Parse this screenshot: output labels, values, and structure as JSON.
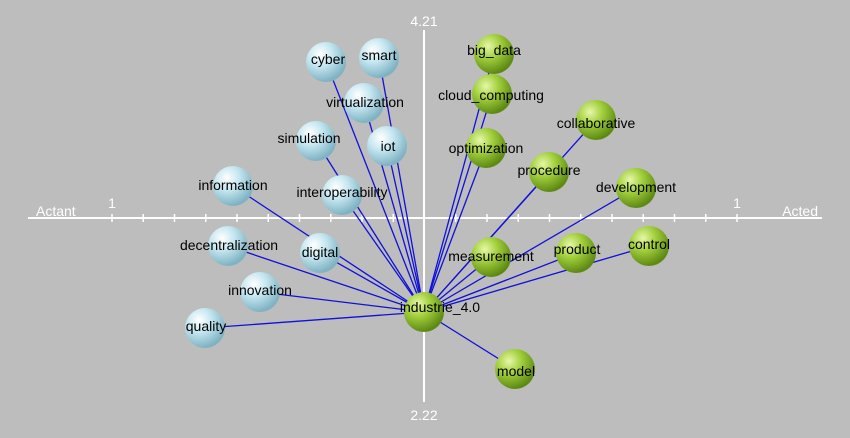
{
  "axes": {
    "top_value": "4.21",
    "bottom_value": "2.22",
    "left_label": "Actant",
    "right_label": "Acted",
    "left_tick": "1",
    "right_tick": "1"
  },
  "colors": {
    "background": "#bdbdbd",
    "axis": "#ffffff",
    "link": "#1010d8",
    "actant_node": "#bfe3ee",
    "acted_node": "#9ccc3a"
  },
  "center": {
    "label": "industrie_4.0",
    "group": "acted"
  },
  "nodes": [
    {
      "label": "cyber",
      "group": "actant"
    },
    {
      "label": "smart",
      "group": "actant"
    },
    {
      "label": "virtualization",
      "group": "actant"
    },
    {
      "label": "simulation",
      "group": "actant"
    },
    {
      "label": "iot",
      "group": "actant"
    },
    {
      "label": "information",
      "group": "actant"
    },
    {
      "label": "interoperability",
      "group": "actant"
    },
    {
      "label": "decentralization",
      "group": "actant"
    },
    {
      "label": "digital",
      "group": "actant"
    },
    {
      "label": "innovation",
      "group": "actant"
    },
    {
      "label": "quality",
      "group": "actant"
    },
    {
      "label": "big_data",
      "group": "acted"
    },
    {
      "label": "cloud_computing",
      "group": "acted"
    },
    {
      "label": "collaborative",
      "group": "acted"
    },
    {
      "label": "optimization",
      "group": "acted"
    },
    {
      "label": "procedure",
      "group": "acted"
    },
    {
      "label": "development",
      "group": "acted"
    },
    {
      "label": "measurement",
      "group": "acted"
    },
    {
      "label": "product",
      "group": "acted"
    },
    {
      "label": "control",
      "group": "acted"
    },
    {
      "label": "model",
      "group": "acted"
    }
  ]
}
